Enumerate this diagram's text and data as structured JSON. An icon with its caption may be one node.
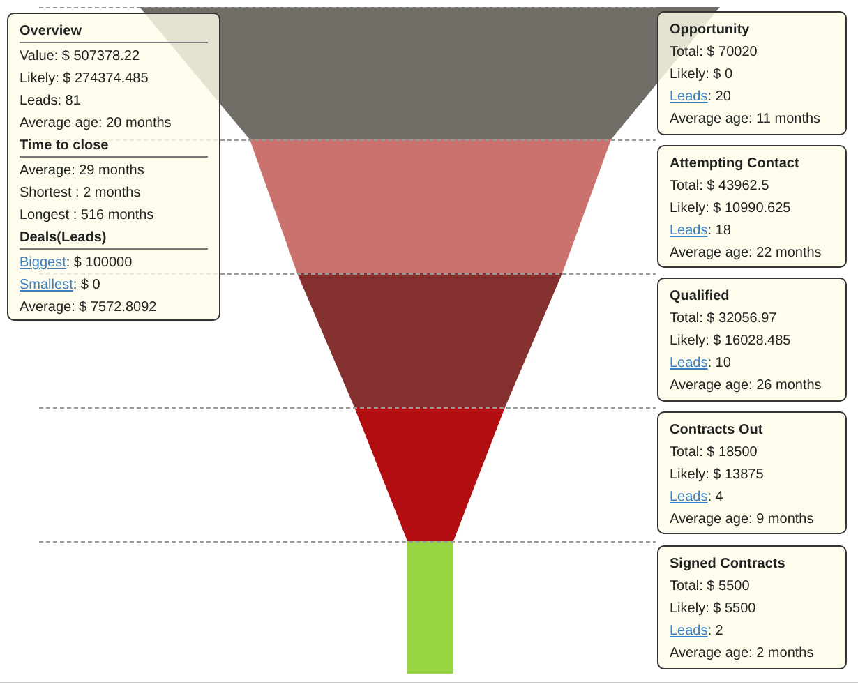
{
  "diagram": {
    "nodes": [
      {
        "text": [
          "Overview",
          "Value:  $ 507378.22",
          "Likely:  $ 274374.485",
          "Leads: 81",
          "Average age: 20 months",
          "Time to close",
          "Average: 29 months",
          "Shortest : 2 months",
          "Longest : 516 months",
          "Deals(Leads)",
          "Biggest:  $ 100000",
          "Smallest:  $ 0",
          "Average:  $ 7572.8092"
        ]
      },
      {
        "text": [
          "Opportunity",
          "Total:  $ 70020",
          "Likely:  $ 0",
          "Leads: 20",
          "Average age: 11 months"
        ]
      },
      {
        "text": [
          "Attempting Contact",
          "Total:  $ 43962.5",
          "Likely:  $ 10990.625",
          "Leads: 18",
          "Average age: 22 months"
        ]
      },
      {
        "text": [
          "Qualified",
          "Total:  $ 32056.97",
          "Likely:  $ 16028.485",
          "Leads: 10",
          "Average age: 26 months"
        ]
      },
      {
        "text": [
          "Contracts Out",
          "Total:  $ 18500",
          "Likely:  $ 13875",
          "Leads: 4",
          "Average age: 9 months"
        ]
      },
      {
        "text": [
          "Signed Contracts",
          "Total:  $ 5500",
          "Likely:  $ 5500",
          "Leads: 2",
          "Average age: 2 months"
        ]
      }
    ]
  }
}
